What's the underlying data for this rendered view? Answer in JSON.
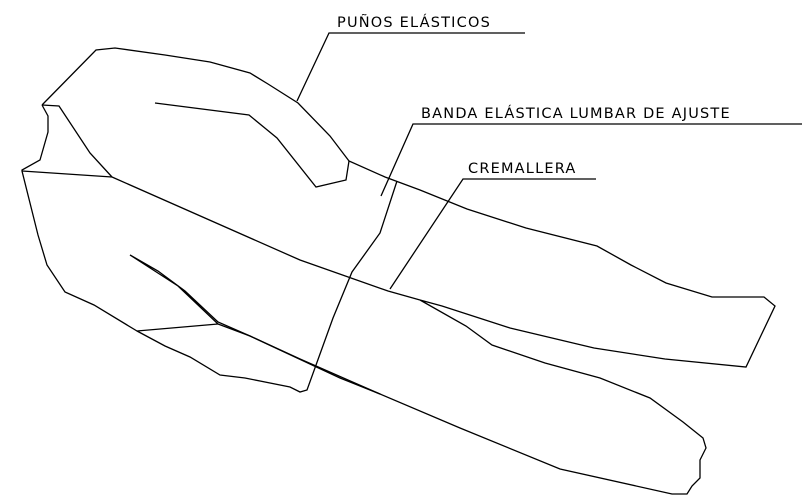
{
  "labels": {
    "cuffs": "PUÑOS ELÁSTICOS",
    "waistband": "BANDA ELÁSTICA LUMBAR DE AJUSTE",
    "zipper": "CREMALLERA"
  },
  "colors": {
    "ink": "#000000",
    "background": "#ffffff"
  }
}
